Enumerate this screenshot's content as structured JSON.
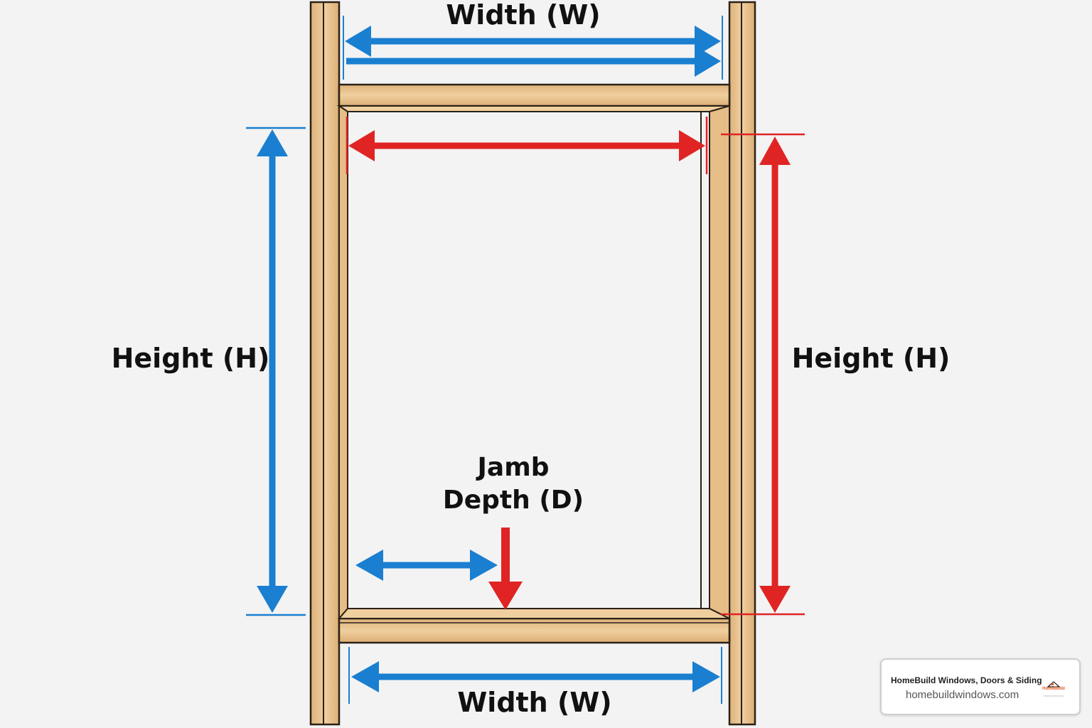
{
  "labels": {
    "width_top": "Width (W)",
    "width_bottom": "Width (W)",
    "height_left": "Height (H)",
    "height_right": "Height (H)",
    "jamb_line1": "Jamb",
    "jamb_line2": "Depth (D)"
  },
  "brand": {
    "name": "HomeBuild Windows, Doors & Siding",
    "url": "homebuildwindows.com",
    "logo_text": "HomeBuild"
  },
  "colors": {
    "background": "#f3f3f3",
    "wood": "#e8c28e",
    "wood_outline": "#2a2118",
    "blue_arrow": "#1a7fd0",
    "red_arrow": "#e02424"
  }
}
